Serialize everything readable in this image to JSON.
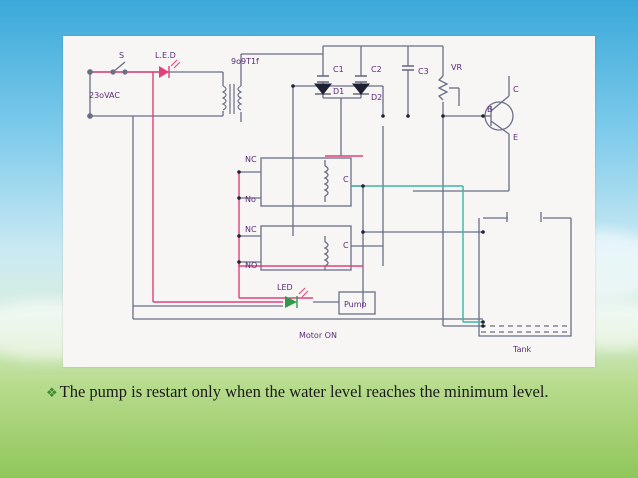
{
  "slide": {
    "bullet_icon": "diamond-bullet-icon",
    "caption": "The pump is restart only when the water level reaches the minimum level.",
    "colors": {
      "wire": "#6a6f86",
      "red_wire": "#e0407a",
      "green_wire": "#38b7a0",
      "accent": "#3d8c2f"
    }
  },
  "diagram": {
    "labels": {
      "switch": "S",
      "led_top": "L.E.D",
      "supply": "23oVAC",
      "transformer": "9o9T1f",
      "c1": "C1",
      "c2": "C2",
      "c3": "C3",
      "d1": "D1",
      "d2": "D2",
      "vr": "VR",
      "transistor_b": "B",
      "transistor_c": "C",
      "transistor_e": "E",
      "relay1_nc": "NC",
      "relay1_no": "No",
      "relay1_c": "C",
      "relay2_nc": "NC",
      "relay2_no": "NO",
      "relay2_c": "C",
      "led_bottom": "LED",
      "pump": "Pump",
      "motor_status": "Motor ON",
      "tank": "Tank"
    }
  }
}
